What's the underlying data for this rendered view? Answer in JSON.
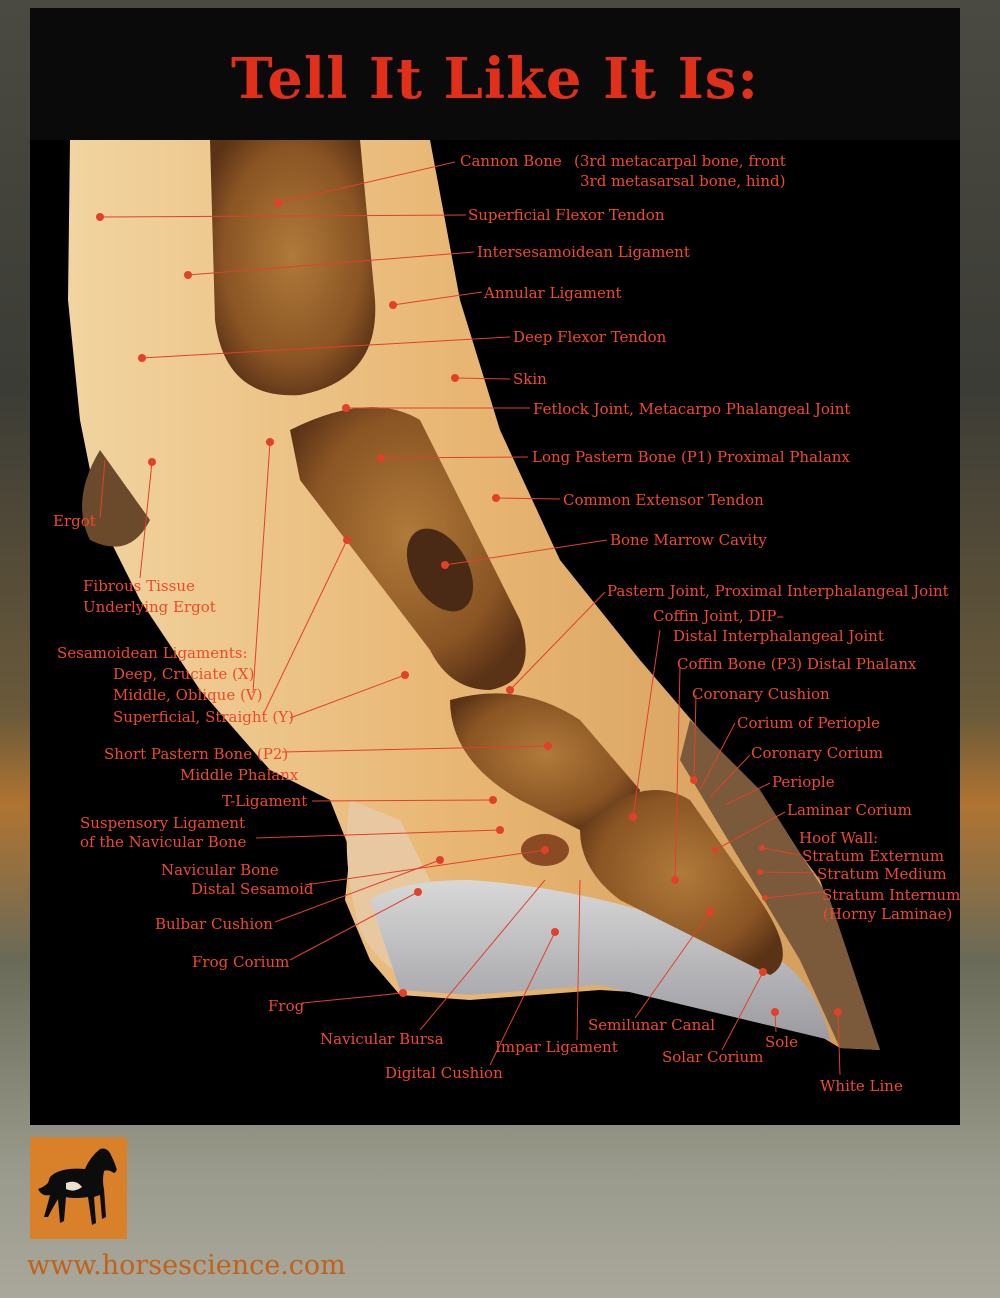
{
  "title": "Tell It Like It Is:",
  "colors": {
    "label": "#f04a2a",
    "title": "#e0301a",
    "logo_box": "#d9802a",
    "url": "#c0621c"
  },
  "labels": {
    "cannon_bone": "Cannon Bone",
    "cannon_note_1": "(3rd metacarpal bone, front",
    "cannon_note_2": "3rd metasarsal bone, hind)",
    "superficial_flexor_tendon": "Superficial Flexor Tendon",
    "intersesamoidean_ligament": "Intersesamoidean Ligament",
    "annular_ligament": "Annular Ligament",
    "deep_flexor_tendon": "Deep Flexor Tendon",
    "skin": "Skin",
    "fetlock_joint": "Fetlock Joint, Metacarpo Phalangeal Joint",
    "long_pastern_bone": "Long Pastern Bone (P1) Proximal Phalanx",
    "common_extensor_tendon": "Common Extensor Tendon",
    "bone_marrow_cavity": "Bone Marrow Cavity",
    "ergot": "Ergot",
    "fibrous_tissue_1": "Fibrous Tissue",
    "fibrous_tissue_2": "Underlying Ergot",
    "pastern_joint": "Pastern Joint, Proximal Interphalangeal Joint",
    "coffin_joint_1": "Coffin Joint, DIP–",
    "coffin_joint_2": "Distal Interphalangeal Joint",
    "coffin_bone": "Coffin Bone (P3) Distal Phalanx",
    "sesamoidean_title": "Sesamoidean Ligaments:",
    "sesamoidean_deep": "Deep, Cruciate (X)",
    "sesamoidean_middle": "Middle, Oblique (V)",
    "sesamoidean_superficial": "Superficial, Straight (Y)",
    "coronary_cushion": "Coronary Cushion",
    "corium_of_periople": "Corium of Periople",
    "coronary_corium": "Coronary Corium",
    "periople": "Periople",
    "laminar_corium": "Laminar Corium",
    "hoof_wall_1": "Hoof Wall:",
    "hoof_wall_2": "Stratum Externum",
    "stratum_medium": "Stratum Medium",
    "stratum_internum_1": "Stratum Internum",
    "stratum_internum_2": "(Horny Laminae)",
    "short_pastern_1": "Short Pastern Bone (P2)",
    "short_pastern_2": "Middle Phalanx",
    "t_ligament": "T-Ligament",
    "suspensory_1": "Suspensory Ligament",
    "suspensory_2": "of the Navicular Bone",
    "navicular_1": "Navicular Bone",
    "navicular_2": "Distal Sesamoid",
    "bulbar_cushion": "Bulbar Cushion",
    "frog_corium": "Frog Corium",
    "frog": "Frog",
    "navicular_bursa": "Navicular Bursa",
    "digital_cushion": "Digital Cushion",
    "impar_ligament": "Impar Ligament",
    "semilunar_canal": "Semilunar Canal",
    "solar_corium": "Solar Corium",
    "sole": "Sole",
    "white_line": "White Line"
  },
  "logo": {
    "icon": "horse-silhouette-icon"
  },
  "url": "www.horsescience.com"
}
